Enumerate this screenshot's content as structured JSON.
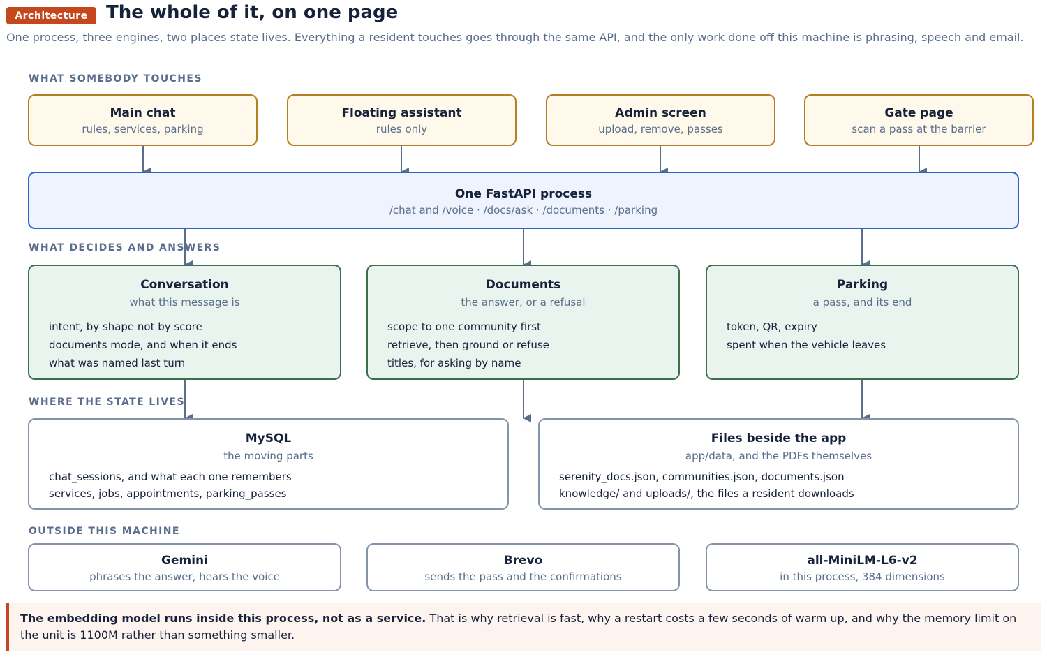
{
  "header": {
    "badge": "Architecture",
    "title": "The whole of it, on one page",
    "subtitle": "One process, three engines, two places state lives. Everything a resident touches goes through the same API, and the only work done off this machine is phrasing, speech and email."
  },
  "sections": {
    "touches": "WHAT SOMEBODY TOUCHES",
    "decides": "WHAT DECIDES AND ANSWERS",
    "state": "WHERE THE STATE LIVES",
    "outside": "OUTSIDE THIS MACHINE"
  },
  "touch_points": [
    {
      "title": "Main chat",
      "subtitle": "rules, services, parking"
    },
    {
      "title": "Floating assistant",
      "subtitle": "rules only"
    },
    {
      "title": "Admin screen",
      "subtitle": "upload, remove, passes"
    },
    {
      "title": "Gate page",
      "subtitle": "scan a pass at the barrier"
    }
  ],
  "api": {
    "title": "One FastAPI process",
    "subtitle": "/chat and /voice · /docs/ask · /documents · /parking"
  },
  "engines": [
    {
      "title": "Conversation",
      "subtitle": "what this message is",
      "lines": [
        "intent, by shape not by score",
        "documents mode, and when it ends",
        "what was named last turn"
      ]
    },
    {
      "title": "Documents",
      "subtitle": "the answer, or a refusal",
      "lines": [
        "scope to one community first",
        "retrieve, then ground or refuse",
        "titles, for asking by name"
      ]
    },
    {
      "title": "Parking",
      "subtitle": "a pass, and its end",
      "lines": [
        "token, QR, expiry",
        "spent when the vehicle leaves"
      ]
    }
  ],
  "stores": [
    {
      "title": "MySQL",
      "subtitle": "the moving parts",
      "lines": [
        "chat_sessions, and what each one remembers",
        "services, jobs, appointments, parking_passes"
      ]
    },
    {
      "title": "Files beside the app",
      "subtitle": "app/data, and the PDFs themselves",
      "lines": [
        "serenity_docs.json, communities.json, documents.json",
        "knowledge/ and uploads/, the files a resident downloads"
      ]
    }
  ],
  "outside": [
    {
      "title": "Gemini",
      "subtitle": "phrases the answer, hears the voice"
    },
    {
      "title": "Brevo",
      "subtitle": "sends the pass and the confirmations"
    },
    {
      "title": "all-MiniLM-L6-v2",
      "subtitle": "in this process, 384 dimensions"
    }
  ],
  "note": {
    "bold": "The embedding model runs inside this process, not as a service.",
    "text": " That is why retrieval is fast, why a restart costs a few seconds of warm up, and why the memory limit on the unit is 1100M rather than something smaller."
  },
  "colors": {
    "accent": "#c4471d",
    "touch_border": "#b67e24",
    "touch_fill": "#fff9ec",
    "api_border": "#2f62c9",
    "api_fill": "#eef3fe",
    "engine_border": "#3b6f4e",
    "engine_fill": "#eaf4ee",
    "neutral_border": "#8594a9",
    "arrow": "#5a6e8c"
  }
}
